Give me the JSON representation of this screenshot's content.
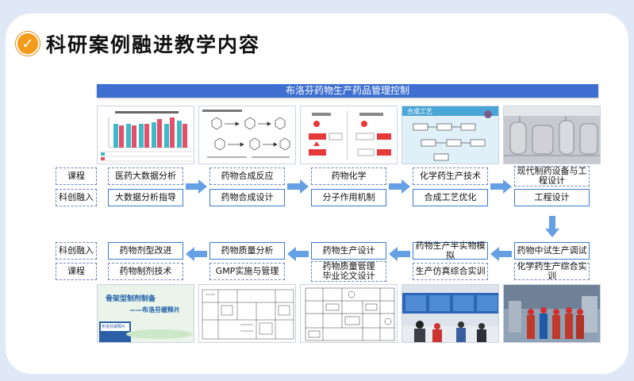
{
  "page": {
    "title": "科研案例融进教学内容",
    "banner": "布洛芬药物生产药品管理控制"
  },
  "top_row": {
    "labels": [
      "课程",
      "科创融入"
    ],
    "courses": [
      "医药大数据分析",
      "药物合成反应",
      "药物化学",
      "化学药生产技术",
      "现代制药设备与工程设计"
    ],
    "research": [
      "大数据分析指导",
      "药物合成设计",
      "分子作用机制",
      "合成工艺优化",
      "工程设计"
    ]
  },
  "bottom_row": {
    "labels": [
      "科创融入",
      "课程"
    ],
    "research": [
      "药物剂型改进",
      "药物质量分析",
      "药物生产设计",
      "药物生产半实物模拟",
      "药物中试生产调试"
    ],
    "courses": [
      "药物制剂技术",
      "GMP实施与管理",
      "药物质量管理毕业论文设计",
      "生产仿真综合实训",
      "化学药生产综合实训"
    ]
  },
  "thumbnails": {
    "synthesis_flow_title": "合成工艺",
    "drug_ad_title": "骨架型制剂制备",
    "drug_ad_subtitle": "——布洛芬缓释片",
    "drug_box_text": "布洛芬缓释片"
  },
  "colors": {
    "banner": "#3e6fd0",
    "accent_orange": "#f39a1a",
    "box_border": "#3a7bd1",
    "arrow": "#4a8fe0"
  }
}
